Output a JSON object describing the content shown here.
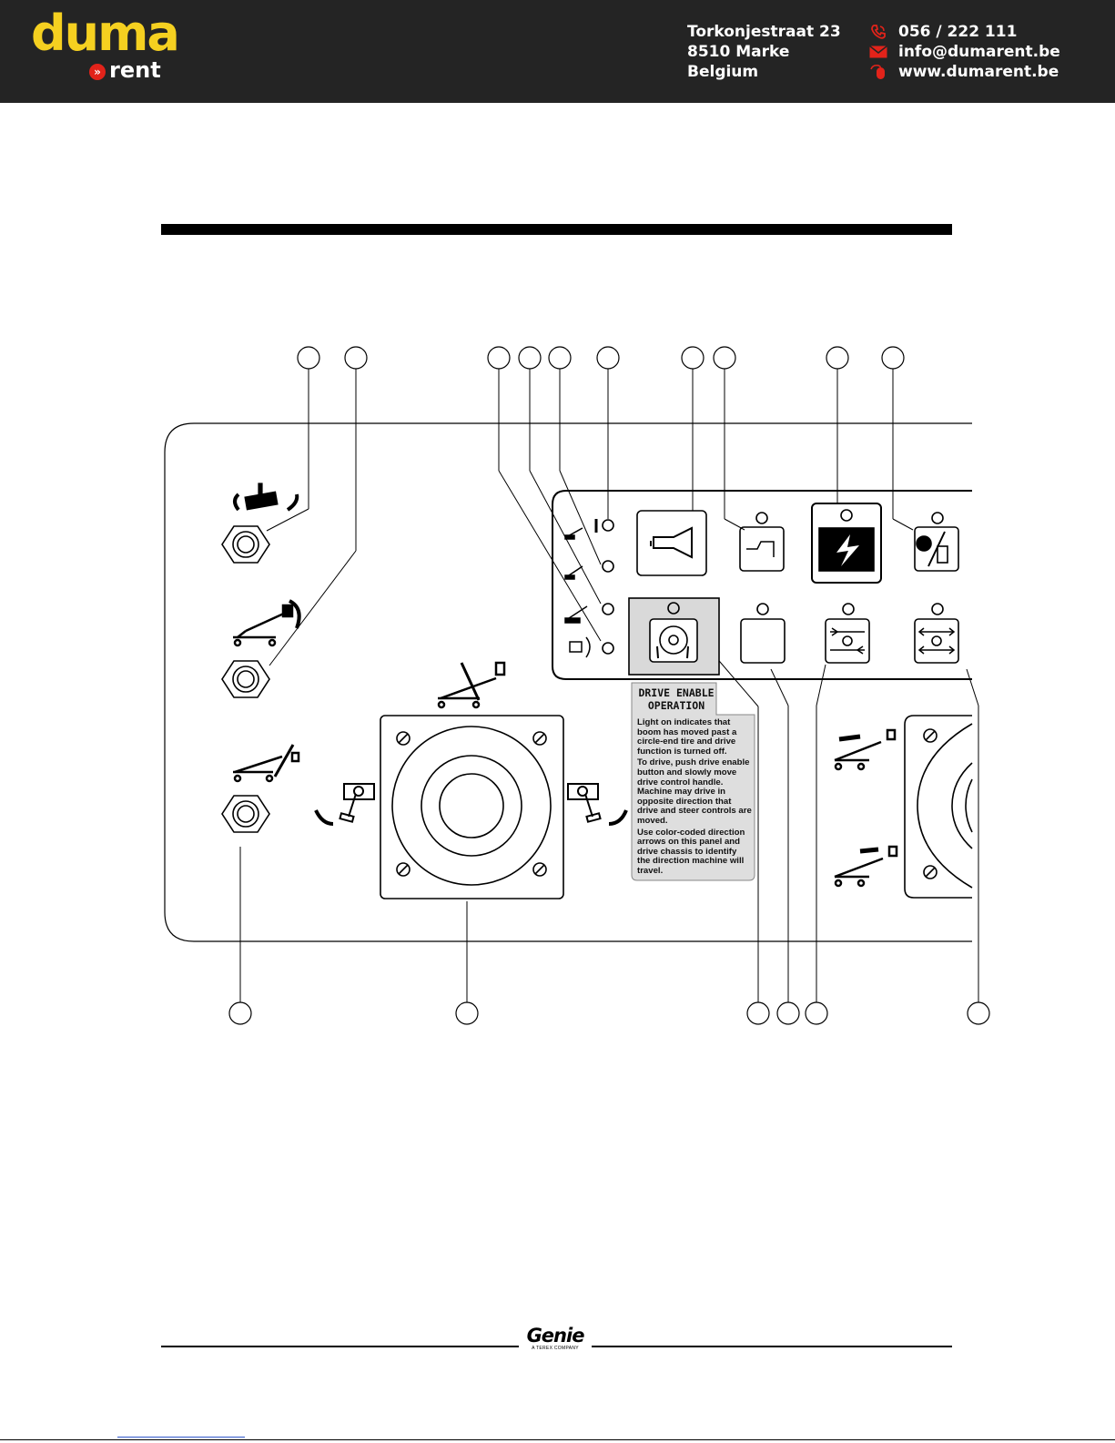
{
  "header": {
    "logo_word": "duma",
    "logo_sub": "rent",
    "address": [
      "Torkonjestraat 23",
      "8510 Marke",
      "Belgium"
    ],
    "contacts": [
      {
        "icon": "phone-icon",
        "text": "056 / 222 111"
      },
      {
        "icon": "mail-icon",
        "text": "info@dumarent.be"
      },
      {
        "icon": "mouse-icon",
        "text": "www.dumarent.be"
      }
    ],
    "colors": {
      "bar": "#242424",
      "logo_yellow": "#f5d020",
      "accent_red": "#e2231a"
    }
  },
  "control_panel": {
    "drive_enable_note": {
      "title_line1": "DRIVE  ENABLE",
      "title_line2": "OPERATION",
      "paragraphs": [
        "Light on indicates that boom has moved past a circle-end tire and drive function is turned off.",
        "To drive, push drive enable button and slowly move drive control handle. Machine may drive in opposite direction that drive and steer controls are moved.",
        "Use color-coded direction arrows on this panel and drive chassis to identify the direction machine will travel."
      ]
    },
    "icons": [
      "horn-icon",
      "foot-switch-icon",
      "battery-icon",
      "engine-glow-icon",
      "drive-enable-icon",
      "steer-icon",
      "crab-steer-icon"
    ]
  },
  "footer": {
    "brand": "Genie",
    "brand_sub": "A TEREX COMPANY"
  }
}
